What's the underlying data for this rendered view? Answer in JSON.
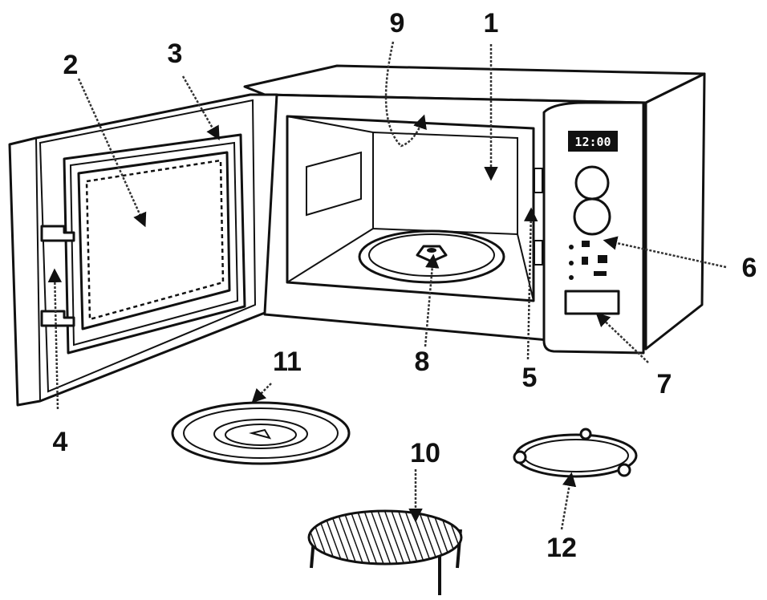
{
  "diagram": {
    "callouts": [
      "1",
      "2",
      "3",
      "4",
      "5",
      "6",
      "7",
      "8",
      "9",
      "10",
      "11",
      "12"
    ],
    "display_text": "12:00"
  }
}
